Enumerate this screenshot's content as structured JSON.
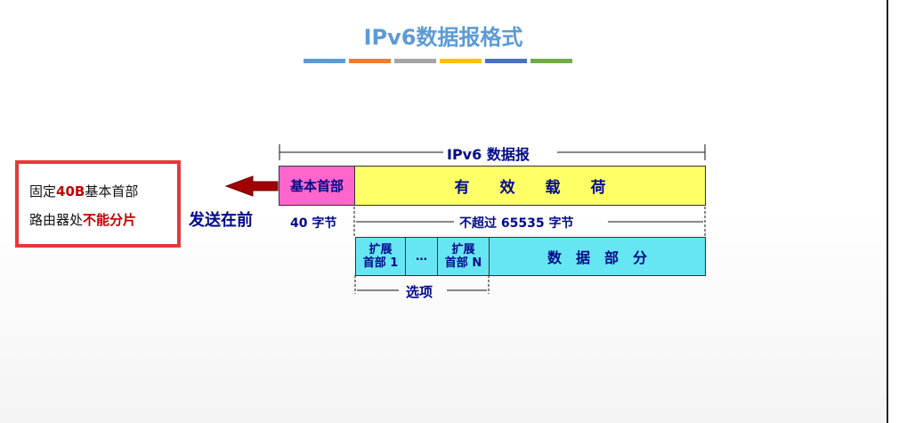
{
  "title": "IPv6数据报格式",
  "accent_colors": [
    "#5b9bd5",
    "#ed7d31",
    "#a5a5a5",
    "#ffc000",
    "#4472c4",
    "#70ad47"
  ],
  "diagram": {
    "datagram_label": "IPv6 数据报",
    "base_header": "基本首部",
    "payload": "有　　效　　载　　荷",
    "base_header_size": "40 字节",
    "payload_size": "不超过 65535 字节",
    "ext_header_1": "扩展\n首部 1",
    "ellipsis": "…",
    "ext_header_n": "扩展\n首部 N",
    "data_part": "数　据　部　分",
    "options_label": "选项",
    "sent_first": "发送在前",
    "note_line1_pre": "固定",
    "note_line1_bold": "40B",
    "note_line1_post": "基本首部",
    "note_line2_pre": "路由器处",
    "note_line2_bold": "不能分片"
  },
  "colors": {
    "base_header_fill": "#ff66cc",
    "payload_fill": "#ffff66",
    "ext_fill": "#66e6f2",
    "text_blue": "#000a8a",
    "note_border": "#e8373a",
    "arrow": "#a00000"
  }
}
